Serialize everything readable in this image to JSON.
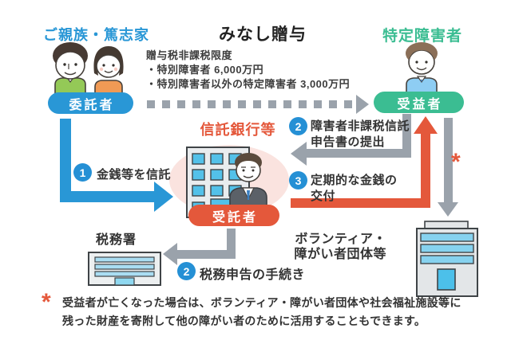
{
  "title": "みなし贈与",
  "parties": {
    "family": {
      "heading": "ご親族・篤志家",
      "role": "委託者"
    },
    "disabled": {
      "heading": "特定障害者",
      "role": "受益者"
    },
    "bank": {
      "heading": "信託銀行等",
      "role": "受託者"
    },
    "tax_office": {
      "label": "税務署"
    },
    "organization": {
      "label_line1": "ボランティア・",
      "label_line2": "障がい者団体等"
    }
  },
  "tax_exemption": {
    "heading": "贈与税非課税限度",
    "items": [
      "・特別障害者 6,000万円",
      "・特別障害者以外の特定障害者 3,000万円"
    ]
  },
  "steps": {
    "trust_money": {
      "number": "1",
      "label": "金銭等を信託"
    },
    "submit_declaration": {
      "number": "2",
      "line1": "障害者非課税信託",
      "line2": "申告書の提出"
    },
    "periodic_payment": {
      "number": "3",
      "line1": "定期的な金銭の",
      "line2": "交付"
    },
    "tax_filing": {
      "number": "2",
      "label": "税務申告の手続き"
    }
  },
  "asterisk_mark": "*",
  "footnote": {
    "marker": "*",
    "line1": "受益者が亡くなった場合は、ボランティア・障がい者団体や社会福祉施設等に",
    "line2": "残った財産を寄附して他の障がい者のために活用することもできます。"
  },
  "colors": {
    "blue": "#2997d6",
    "teal": "#3bbd92",
    "orange_red": "#e4583b",
    "arrow_gray": "#9aa2ab",
    "step_circle_blue": "#2590d5",
    "pink_ellipse": "#fae3df",
    "window_cyan": "#53c1e9"
  }
}
